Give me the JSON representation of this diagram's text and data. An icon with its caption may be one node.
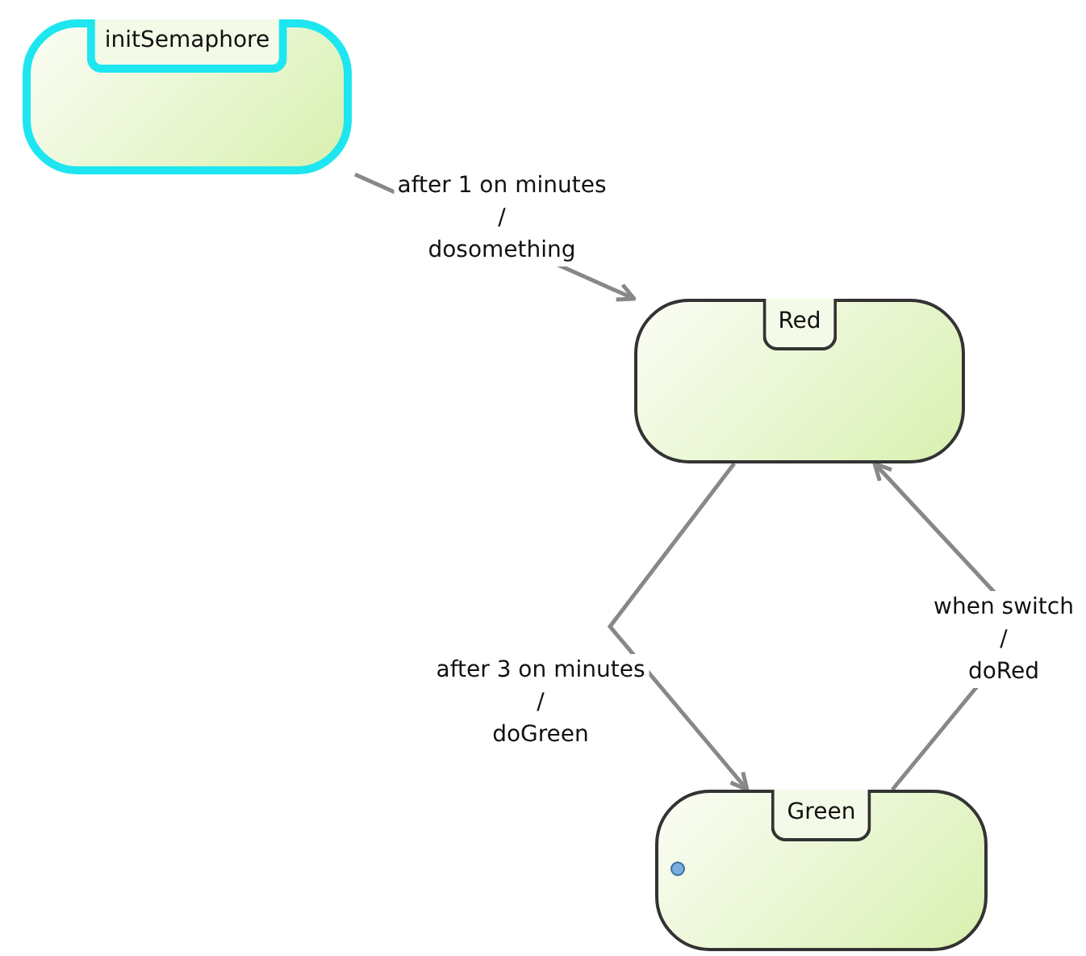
{
  "diagram": {
    "nodes": [
      {
        "text": [
          "initSemaphore"
        ]
      },
      {
        "text": [
          "Red"
        ]
      },
      {
        "text": [
          "Green"
        ]
      }
    ],
    "edges": [
      {
        "from": 0,
        "to": 1,
        "arrow": "to",
        "label": "after 1 on minutes / dosomething"
      },
      {
        "from": 1,
        "to": 2,
        "arrow": "to",
        "label": "after 3 on minutes / doGreen"
      },
      {
        "from": 2,
        "to": 1,
        "arrow": "to",
        "label": "when switch / doRed"
      }
    ]
  }
}
